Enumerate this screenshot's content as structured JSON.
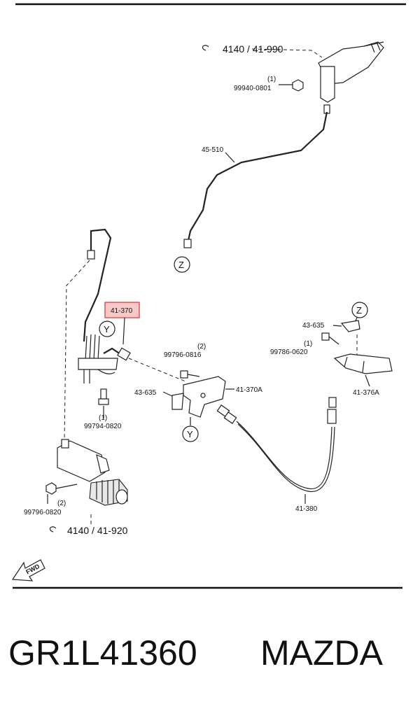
{
  "diagram": {
    "labels": {
      "ref_4140_41_990": "4140 / 41-990",
      "bolt_99940_0801": "99940-0801",
      "bolt_99940_0801_qty": "(1)",
      "pipe_45_510": "45-510",
      "highlight_41_370": "41-370",
      "bolt_99796_0816_qty": "(2)",
      "bolt_99796_0816": "99796-0816",
      "bracket_43_635_left": "43-635",
      "bracket_41_370A": "41-370A",
      "bolt_99794_0820_qty": "(1)",
      "bolt_99794_0820": "99794-0820",
      "bracket_43_635_right": "43-635",
      "bolt_99786_0620_qty": "(1)",
      "bolt_99786_0620": "99786-0620",
      "bracket_41_376A": "41-376A",
      "hose_41_380": "41-380",
      "bolt_99796_0820_qty": "(2)",
      "bolt_99796_0820": "99796-0820",
      "ref_4140_41_920": "4140 / 41-920",
      "circle_Z_upper": "Z",
      "circle_Z_right": "Z",
      "circle_Y_left": "Y",
      "circle_Y_bottom": "Y",
      "fwd": "FWD"
    },
    "highlight_color": "#e03030",
    "highlight_fill": "#f6c9c9"
  },
  "caption": {
    "part_number": "GR1L41360",
    "brand": "MAZDA"
  }
}
